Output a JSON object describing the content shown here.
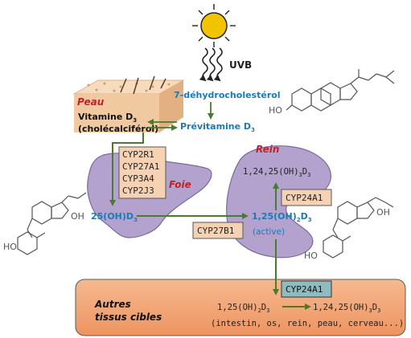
{
  "colors": {
    "organ_fill": "#b3a2cd",
    "organ_stroke": "#7a6a9a",
    "skin_fill": "#f1c9a0",
    "target_fill": "#f2a06c",
    "arrow_green": "#4a7a2c",
    "blue_text": "#1b7bb6",
    "red_text": "#c0222c",
    "enzyme_box": "#f6d2b4",
    "enzyme_box_dark": "#8fbcc0",
    "sun": "#f2c400"
  },
  "icons": {
    "sun": "sun-icon",
    "uv_waves": "uv-wave-icon"
  },
  "labels": {
    "uvb": "UVB",
    "dehydro": "7-déhydrocholestérol",
    "skin": "Peau",
    "vitd_line1": "Vitamine D",
    "vitd_sub": "3",
    "vitd_line2": "(cholécalciférol)",
    "previt": "Prévitamine D",
    "previt_sub": "3",
    "liver": "Foie",
    "kidney": "Rein",
    "liver_enzymes": [
      "CYP2R1",
      "CYP27A1",
      "CYP3A4",
      "CYP2J3"
    ],
    "oh25_a": "25(OH)D",
    "oh25_sub": "3",
    "cyp27b1": "CYP27B1",
    "act_a": "1,25(OH)",
    "act_sub1": "2",
    "act_b": "D",
    "act_sub2": "3",
    "active": "(active)",
    "cyp24a1_kidney": "CYP24A1",
    "tri_a": "1,24,25(OH)",
    "tri_sub1": "3",
    "tri_b": "D",
    "tri_sub2": "3",
    "target_line1": "Autres",
    "target_line2": "tissus cibles",
    "cyp24a1_target": "CYP24A1",
    "target_src_a": "1,25(OH)",
    "target_src_sub1": "2",
    "target_src_b": "D",
    "target_src_sub2": "3",
    "target_dst_a": "1,24,25(OH)",
    "target_dst_sub1": "3",
    "target_dst_b": "D",
    "target_dst_sub2": "3",
    "target_list": "(intestin, os, rein, peau, cerveau...)",
    "ho_1": "HO",
    "ho_2": "HO",
    "ho_3": "HO",
    "oh_1": "OH",
    "oh_2": "OH"
  }
}
